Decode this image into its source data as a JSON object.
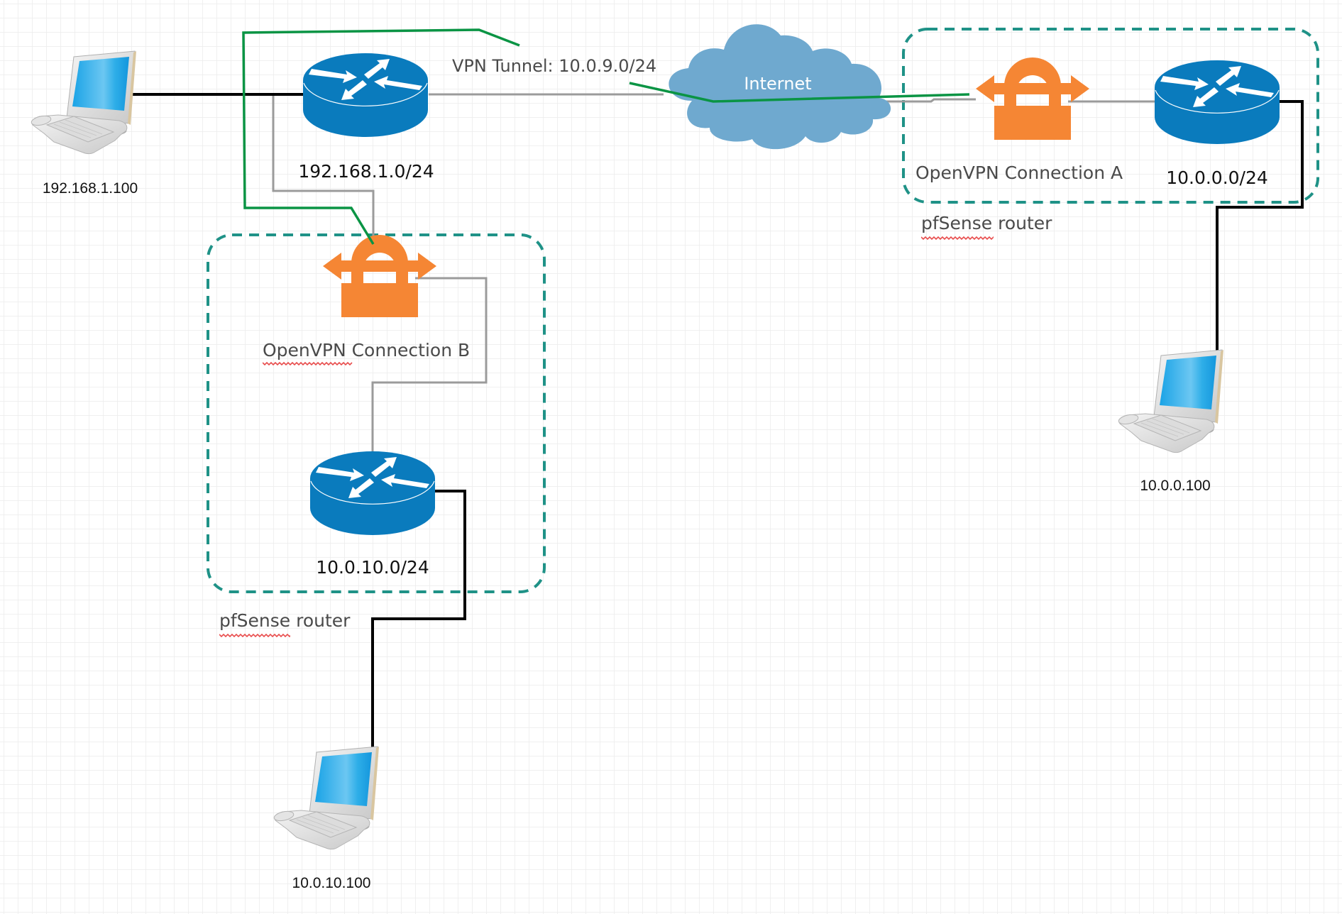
{
  "diagram": {
    "title": "pfSense OpenVPN site-to-site network diagram",
    "colors": {
      "router": "#0a7bbd",
      "router_highlight": "#ffffff",
      "vpn_lock": "#f58634",
      "cloud": "#6fa9cf",
      "tunnel_line": "#0a9444",
      "lan_line": "#000000",
      "link_line": "#9b9b9b",
      "group_border": "#1f9287",
      "grid": "#ececec",
      "spellcheck": "#e84d4d"
    },
    "labels": {
      "vpn_tunnel": "VPN Tunnel: 10.0.9.0/24",
      "internet": "Internet",
      "router_left_subnet": "192.168.1.0/24",
      "router_b_subnet": "10.0.10.0/24",
      "router_a_subnet": "10.0.0.0/24",
      "openvpn_b": "OpenVPN Connection B",
      "openvpn_a": "OpenVPN Connection A",
      "pfsense_b": "pfSense router",
      "pfsense_a": "pfSense router",
      "host_left": "192.168.1.100",
      "host_b": "10.0.10.100",
      "host_a": "10.0.0.100"
    },
    "nodes": [
      {
        "id": "host-192-168-1-100",
        "type": "computer",
        "label": "192.168.1.100"
      },
      {
        "id": "router-192-168-1-0",
        "type": "router",
        "label": "192.168.1.0/24"
      },
      {
        "id": "internet",
        "type": "cloud",
        "label": "Internet"
      },
      {
        "id": "openvpn-a",
        "type": "vpn-gateway",
        "label": "OpenVPN Connection A",
        "group": "pfSense router (A)"
      },
      {
        "id": "router-10-0-0-0",
        "type": "router",
        "label": "10.0.0.0/24",
        "group": "pfSense router (A)"
      },
      {
        "id": "host-10-0-0-100",
        "type": "computer",
        "label": "10.0.0.100"
      },
      {
        "id": "openvpn-b",
        "type": "vpn-gateway",
        "label": "OpenVPN Connection B",
        "group": "pfSense router (B)"
      },
      {
        "id": "router-10-0-10-0",
        "type": "router",
        "label": "10.0.10.0/24",
        "group": "pfSense router (B)"
      },
      {
        "id": "host-10-0-10-100",
        "type": "computer",
        "label": "10.0.10.100"
      }
    ],
    "edges": [
      {
        "from": "host-192-168-1-100",
        "to": "router-192-168-1-0",
        "style": "lan"
      },
      {
        "from": "router-192-168-1-0",
        "to": "internet",
        "style": "link"
      },
      {
        "from": "internet",
        "to": "openvpn-a",
        "style": "link"
      },
      {
        "from": "openvpn-a",
        "to": "router-10-0-0-0",
        "style": "link"
      },
      {
        "from": "router-10-0-0-0",
        "to": "host-10-0-0-100",
        "style": "lan"
      },
      {
        "from": "router-192-168-1-0",
        "to": "openvpn-b",
        "style": "link"
      },
      {
        "from": "openvpn-b",
        "to": "router-10-0-10-0",
        "style": "link"
      },
      {
        "from": "router-10-0-10-0",
        "to": "host-10-0-10-100",
        "style": "lan"
      },
      {
        "from": "openvpn-b",
        "to": "openvpn-a",
        "style": "tunnel",
        "label": "VPN Tunnel: 10.0.9.0/24"
      }
    ]
  }
}
